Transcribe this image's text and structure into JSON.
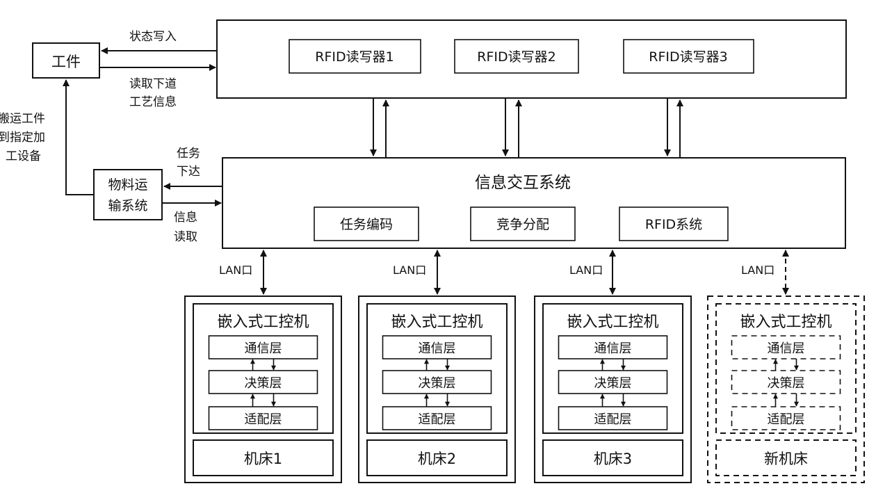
{
  "workpiece": "工件",
  "status_write": "状态写入",
  "read_next": [
    "读取下道",
    "工艺信息"
  ],
  "carry": [
    "搬运工件",
    "到指定加",
    "工设备"
  ],
  "readers": [
    "RFID读写器1",
    "RFID读写器2",
    "RFID读写器3"
  ],
  "material_system": [
    "物料运",
    "输系统"
  ],
  "task_issue": [
    "任务",
    "下达"
  ],
  "info_read": [
    "信息",
    "读取"
  ],
  "info_system": {
    "title": "信息交互系统",
    "modules": [
      "任务编码",
      "竞争分配",
      "RFID系统"
    ]
  },
  "lan_label": "LAN口",
  "machines": [
    {
      "ipc": "嵌入式工控机",
      "layers": [
        "通信层",
        "决策层",
        "适配层"
      ],
      "tool": "机床1",
      "dashed": false
    },
    {
      "ipc": "嵌入式工控机",
      "layers": [
        "通信层",
        "决策层",
        "适配层"
      ],
      "tool": "机床2",
      "dashed": false
    },
    {
      "ipc": "嵌入式工控机",
      "layers": [
        "通信层",
        "决策层",
        "适配层"
      ],
      "tool": "机床3",
      "dashed": false
    },
    {
      "ipc": "嵌入式工控机",
      "layers": [
        "通信层",
        "决策层",
        "适配层"
      ],
      "tool": "新机床",
      "dashed": true
    }
  ]
}
